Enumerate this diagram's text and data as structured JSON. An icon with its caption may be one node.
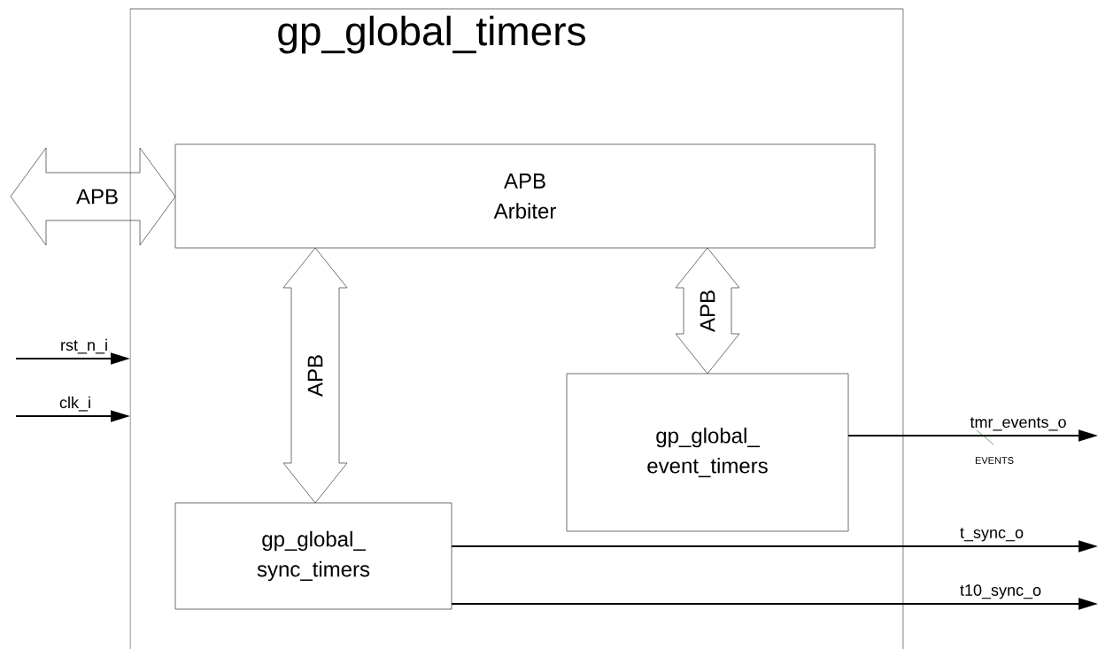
{
  "diagram": {
    "nodes": [
      {
        "text": [
          "gp_global_timers"
        ]
      },
      {
        "text": [
          "APB Arbiter"
        ],
        "in": 0
      },
      {
        "text": [
          "gp_global_ event_timers"
        ],
        "in": 0
      },
      {
        "text": [
          "gp_global_ sync_timers"
        ],
        "in": 0
      }
    ],
    "edges": [
      {
        "from": null,
        "to": 1,
        "arrow": "both",
        "label": "APB"
      },
      {
        "from": 1,
        "to": 3,
        "arrow": "both",
        "label": "APB"
      },
      {
        "from": 1,
        "to": 2,
        "arrow": "both",
        "label": "APB"
      },
      {
        "from": null,
        "to": 0,
        "arrow": "to",
        "label": "rst_n_i"
      },
      {
        "from": null,
        "to": 0,
        "arrow": "to",
        "label": "clk_i"
      },
      {
        "from": 2,
        "to": null,
        "arrow": "to",
        "label": "tmr_events_o"
      },
      {
        "from": 3,
        "to": null,
        "arrow": "to",
        "label": "t_sync_o"
      },
      {
        "from": 3,
        "to": null,
        "arrow": "to",
        "label": "t10_sync_o"
      }
    ],
    "labels": [
      "EVENTS"
    ]
  }
}
